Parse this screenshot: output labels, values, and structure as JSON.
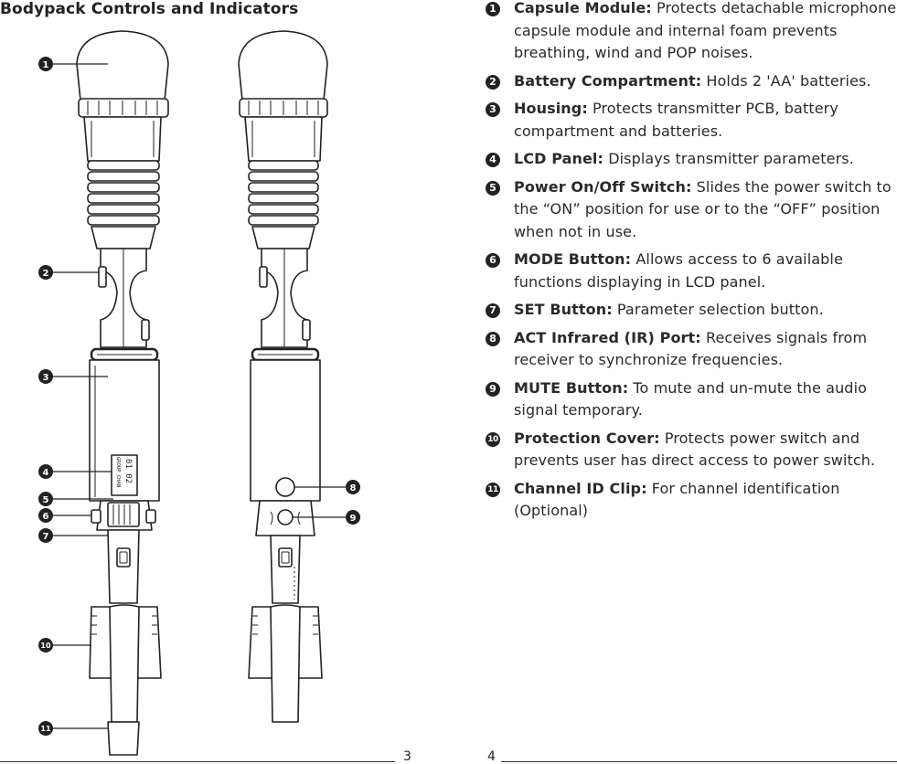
{
  "left_title": "Bodypack Controls and Indicators",
  "lcd": {
    "line1": "GROUP CHAN",
    "line2": "01  02"
  },
  "callouts": [
    "1",
    "2",
    "3",
    "4",
    "5",
    "6",
    "7",
    "10",
    "11",
    "8",
    "9"
  ],
  "items": [
    {
      "num": "1",
      "title": "Capsule Module:",
      "text": " Protects detachable microphone capsule module and internal foam prevents breathing, wind and POP noises."
    },
    {
      "num": "2",
      "title": "Battery Compartment:",
      "text": " Holds 2 'AA' batteries."
    },
    {
      "num": "3",
      "title": "Housing:",
      "text": " Protects transmitter PCB, battery compartment and batteries."
    },
    {
      "num": "4",
      "title": "LCD Panel:",
      "text": " Displays transmitter parameters."
    },
    {
      "num": "5",
      "title": "Power On/Off Switch:",
      "text": " Slides the power switch to the “ON” position for use or to the “OFF” position when not in use."
    },
    {
      "num": "6",
      "title": "MODE Button:",
      "text": " Allows access to 6 available functions displaying in LCD panel."
    },
    {
      "num": "7",
      "title": "SET Button:",
      "text": " Parameter selection button."
    },
    {
      "num": "8",
      "title": "ACT Infrared (IR) Port:",
      "text": " Receives signals from receiver to synchronize frequencies."
    },
    {
      "num": "9",
      "title": "MUTE Button:",
      "text": " To mute and un-mute the audio signal temporary."
    },
    {
      "num": "10",
      "title": "Protection Cover:",
      "text": " Protects power switch and prevents user has direct access to power switch."
    },
    {
      "num": "11",
      "title": "Channel ID Clip:",
      "text": " For channel identification (Optional)"
    }
  ],
  "page_left": "3",
  "page_right": "4"
}
